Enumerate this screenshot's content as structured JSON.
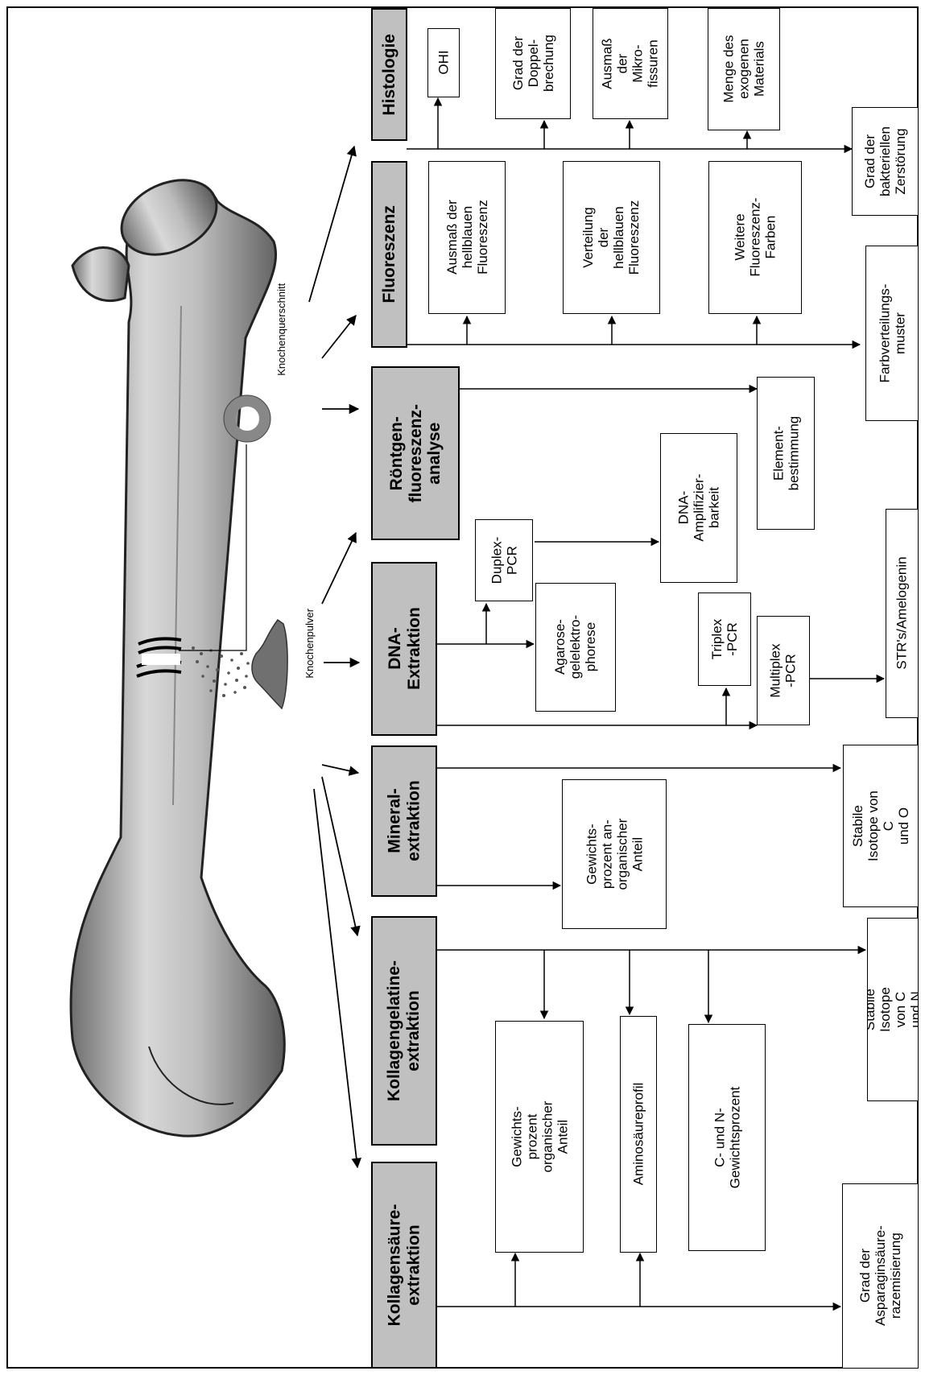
{
  "labels": {
    "knochenquerschnitt": "Knochenquerschnitt",
    "knochenpulver": "Knochenpulver"
  },
  "categories": {
    "histologie": "Histologie",
    "fluoreszenz": "Fluoreszenz",
    "roentgen": "Röntgen-\nfluoreszenz-\nanalyse",
    "dna": "DNA-\nExtraktion",
    "mineral": "Mineral-\nextraktion",
    "kollagengelatine": "Kollagengelatine-\nextraktion",
    "kollagensaeure": "Kollagensäure-\nextraktion"
  },
  "results": {
    "ohi": "OHI",
    "doppelbrechung": "Grad der\nDoppel-\nbrechung",
    "mikrofissuren": "Ausmaß\nder\nMikro-\nfissuren",
    "exogen": "Menge des\nexogenen\nMaterials",
    "bakteriell": "Grad der\nbakteriellen\nZerstörung",
    "ausmass_fluor": "Ausmaß der\nhellblauen\nFluoreszenz",
    "verteilung_fluor": "Verteilung\nder\nhellblauen\nFluoreszenz",
    "weitere_fluor": "Weitere\nFluoreszenz-\nFarben",
    "farbverteilung": "Farbverteilungs-\nmuster",
    "element": "Element-\nbestimmung",
    "dna_amp": "DNA-\nAmplifizier-\nbarkeit",
    "duplex": "Duplex-\nPCR",
    "agarose": "Agarose-\ngelelektro-\nphorese",
    "triplex": "Triplex\n-PCR",
    "multiplex": "Multiplex\n-PCR",
    "str": "STR's/Amelogenin",
    "isotope_co": "Stabile\nIsotope von C\nund O",
    "gewicht_anorg": "Gewichts-\nprozent an-\norganischer\nAnteil",
    "isotope_cn": "Stabile Isotope\nvon C und N",
    "gewicht_org": "Gewichts-\nprozent\norganischer\nAnteil",
    "aminosaeure": "Aminosäureprofil",
    "cn_gewicht": "C- und N-\nGewichtsprozent",
    "asparagin": "Grad der\nAsparaginsäure-\nrazemisierung"
  }
}
